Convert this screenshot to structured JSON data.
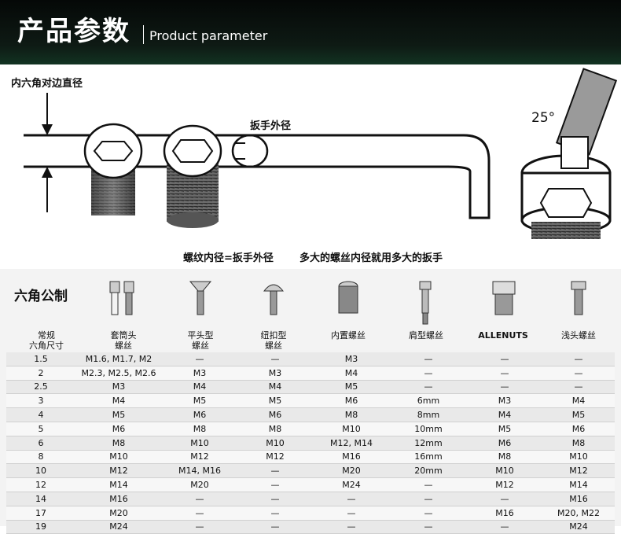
{
  "header": {
    "title": "产品参数",
    "subtitle": "Product parameter"
  },
  "diagram": {
    "label_inner_hex": "内六角对边直径",
    "label_wrench_od": "扳手外径",
    "label_angle": "25°",
    "caption_left": "螺纹内径=扳手外径",
    "caption_right": "多大的螺丝内径就用多大的扳手"
  },
  "table": {
    "section_title": "六角公制",
    "columns": [
      {
        "line1": "常规",
        "line2": "六角尺寸",
        "icon": "none"
      },
      {
        "line1": "套筒头",
        "line2": "螺丝",
        "icon": "socket-cap-screw-icon"
      },
      {
        "line1": "平头型",
        "line2": "螺丝",
        "icon": "flat-head-screw-icon"
      },
      {
        "line1": "纽扣型",
        "line2": "螺丝",
        "icon": "button-head-screw-icon"
      },
      {
        "line1": "内置螺丝",
        "line2": "",
        "icon": "set-screw-icon"
      },
      {
        "line1": "肩型螺丝",
        "line2": "",
        "icon": "shoulder-screw-icon"
      },
      {
        "line1": "ALLENUTS",
        "line2": "",
        "icon": "allenut-icon"
      },
      {
        "line1": "浅头螺丝",
        "line2": "",
        "icon": "low-head-screw-icon"
      }
    ],
    "rows": [
      [
        "1.5",
        "M1.6, M1.7, M2",
        "—",
        "—",
        "M3",
        "—",
        "—",
        "—"
      ],
      [
        "2",
        "M2.3, M2.5, M2.6",
        "M3",
        "M3",
        "M4",
        "—",
        "—",
        "—"
      ],
      [
        "2.5",
        "M3",
        "M4",
        "M4",
        "M5",
        "—",
        "—",
        "—"
      ],
      [
        "3",
        "M4",
        "M5",
        "M5",
        "M6",
        "6mm",
        "M3",
        "M4"
      ],
      [
        "4",
        "M5",
        "M6",
        "M6",
        "M8",
        "8mm",
        "M4",
        "M5"
      ],
      [
        "5",
        "M6",
        "M8",
        "M8",
        "M10",
        "10mm",
        "M5",
        "M6"
      ],
      [
        "6",
        "M8",
        "M10",
        "M10",
        "M12, M14",
        "12mm",
        "M6",
        "M8"
      ],
      [
        "8",
        "M10",
        "M12",
        "M12",
        "M16",
        "16mm",
        "M8",
        "M10"
      ],
      [
        "10",
        "M12",
        "M14, M16",
        "—",
        "M20",
        "20mm",
        "M10",
        "M12"
      ],
      [
        "12",
        "M14",
        "M20",
        "—",
        "M24",
        "—",
        "M12",
        "M14"
      ],
      [
        "14",
        "M16",
        "—",
        "—",
        "—",
        "—",
        "—",
        "M16"
      ],
      [
        "17",
        "M20",
        "—",
        "—",
        "—",
        "—",
        "M16",
        "M20, M22"
      ],
      [
        "19",
        "M24",
        "—",
        "—",
        "—",
        "—",
        "—",
        "M24"
      ]
    ]
  }
}
